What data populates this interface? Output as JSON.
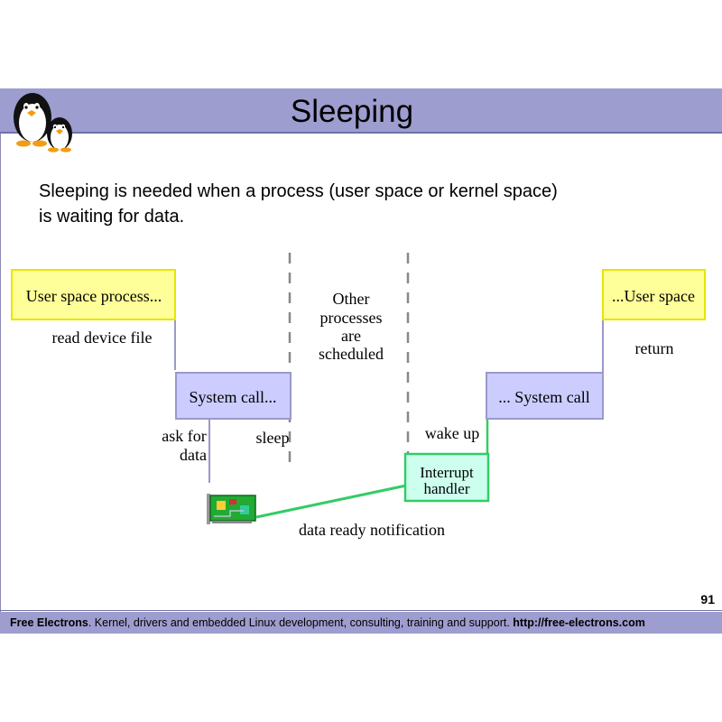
{
  "slide": {
    "title": "Sleeping",
    "intro_line1": "Sleeping is needed when a process (user space or kernel space)",
    "intro_line2": "is waiting for data.",
    "page_number": "91"
  },
  "diagram": {
    "user_space_left": "User space process...",
    "user_space_right": "...User space",
    "system_call_left": "System call...",
    "system_call_right": "... System call",
    "interrupt_handler_line1": "Interrupt",
    "interrupt_handler_line2": "handler",
    "read_device_file": "read device file",
    "return": "return",
    "ask_for_line1": "ask for",
    "ask_for_line2": "data",
    "sleep": "sleep",
    "wake_up": "wake up",
    "other_line1": "Other",
    "other_line2": "processes",
    "other_line3": "are",
    "other_line4": "scheduled",
    "data_ready": "data ready notification"
  },
  "footer": {
    "brand": "Free Electrons",
    "text": ". Kernel, drivers and embedded Linux development, consulting, training and support. ",
    "url": "http://free-electrons.com"
  },
  "colors": {
    "title_bar": "#9d9dcf",
    "yellow_box": "#ffff99",
    "yellow_border": "#e6e600",
    "lavender_box": "#ccccff",
    "lavender_border": "#9999cc",
    "interrupt_box": "#ccffee",
    "interrupt_border": "#33cc66"
  }
}
